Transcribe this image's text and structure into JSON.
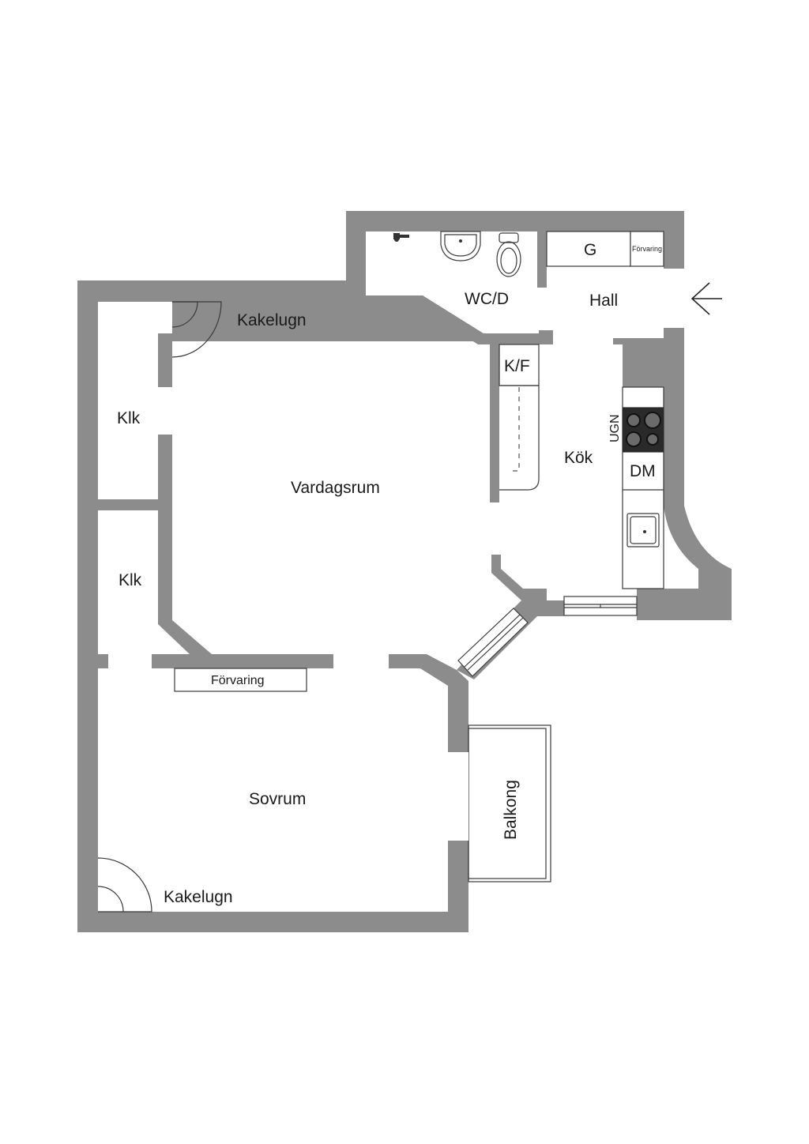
{
  "rooms": {
    "wcd": "WC/D",
    "hall": "Hall",
    "kok": "Kök",
    "vardagsrum": "Vardagsrum",
    "sovrum": "Sovrum",
    "klk_upper": "Klk",
    "klk_lower": "Klk",
    "balkong": "Balkong"
  },
  "fixtures": {
    "kakelugn_upper": "Kakelugn",
    "kakelugn_lower": "Kakelugn",
    "garderob": "G",
    "forvaring_hall": "Förvaring",
    "forvaring_bedroom": "Förvaring",
    "kyl_frys": "K/F",
    "ugn": "UGN",
    "diskmaskin": "DM"
  },
  "colors": {
    "wall": "#8c8c8c",
    "background": "#ffffff",
    "line": "#3a3a3a"
  },
  "icons": {
    "entrance": "arrow-left-icon",
    "stove": "stove-icon",
    "sink": "sink-icon",
    "toilet": "toilet-icon",
    "washbasin": "washbasin-icon",
    "shower": "shower-tap-icon",
    "tiled_stove": "tiled-stove-icon"
  }
}
